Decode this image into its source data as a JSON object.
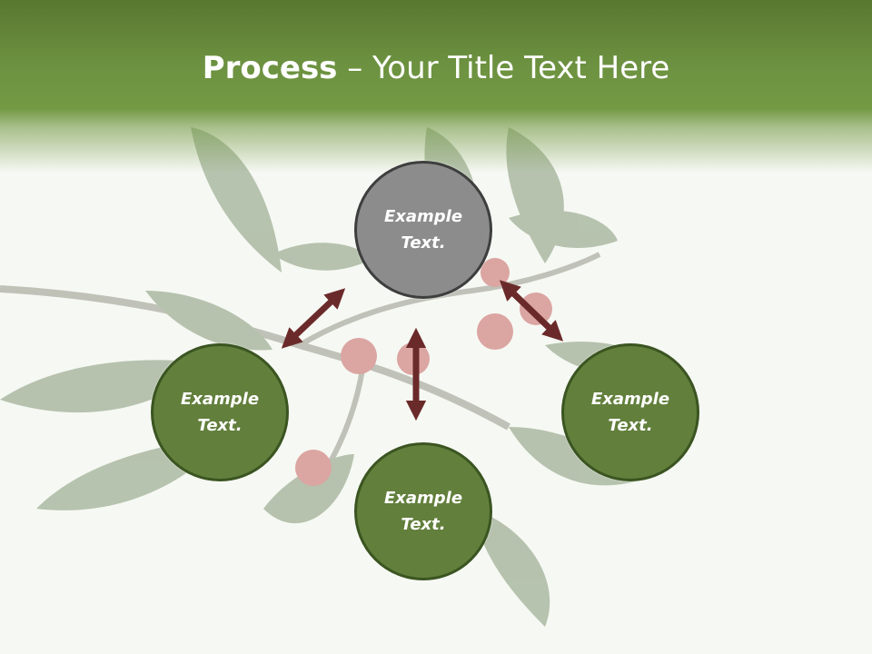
{
  "slide": {
    "title_bold": "Process",
    "title_rest": " – Your Title Text Here",
    "nodes": [
      {
        "label": "Example Text."
      },
      {
        "label": "Example Text."
      },
      {
        "label": "Example Text."
      },
      {
        "label": "Example Text."
      }
    ]
  },
  "colors": {
    "header": "#6c9140",
    "node_fill": "#627f3c",
    "node_top_fill": "#8c8c8c",
    "arrow": "#6b2a2a",
    "leaf": "#8fa580",
    "berry": "#c43a3a"
  }
}
